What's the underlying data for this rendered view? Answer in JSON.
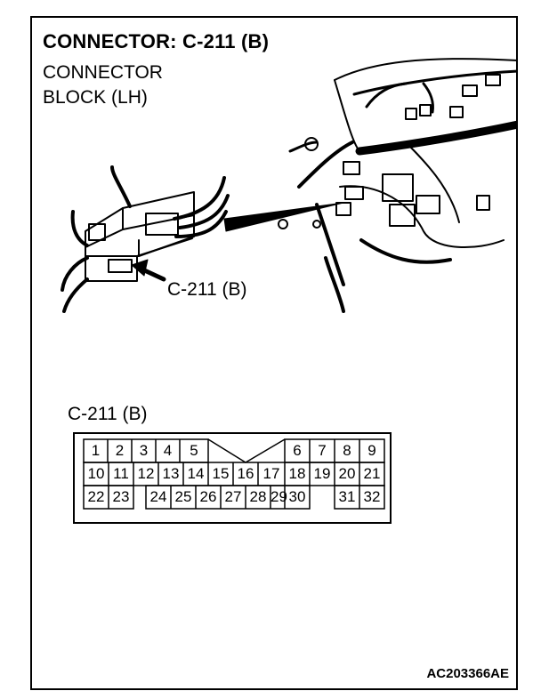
{
  "header": {
    "title": "CONNECTOR: C-211 (B)",
    "subtitle_line1": "CONNECTOR",
    "subtitle_line2": "BLOCK (LH)"
  },
  "illustration": {
    "callout_label": "C-211 (B)"
  },
  "pinout": {
    "title": "C-211 (B)",
    "row1": [
      "1",
      "2",
      "3",
      "4",
      "5",
      "6",
      "7",
      "8",
      "9"
    ],
    "row2": [
      "10",
      "11",
      "12",
      "13",
      "14",
      "15",
      "16",
      "17",
      "18",
      "19",
      "20",
      "21"
    ],
    "row3": [
      "22",
      "23",
      "24",
      "25",
      "26",
      "27",
      "28",
      "29",
      "30",
      "31",
      "32"
    ]
  },
  "footer": {
    "code": "AC203366AE"
  }
}
